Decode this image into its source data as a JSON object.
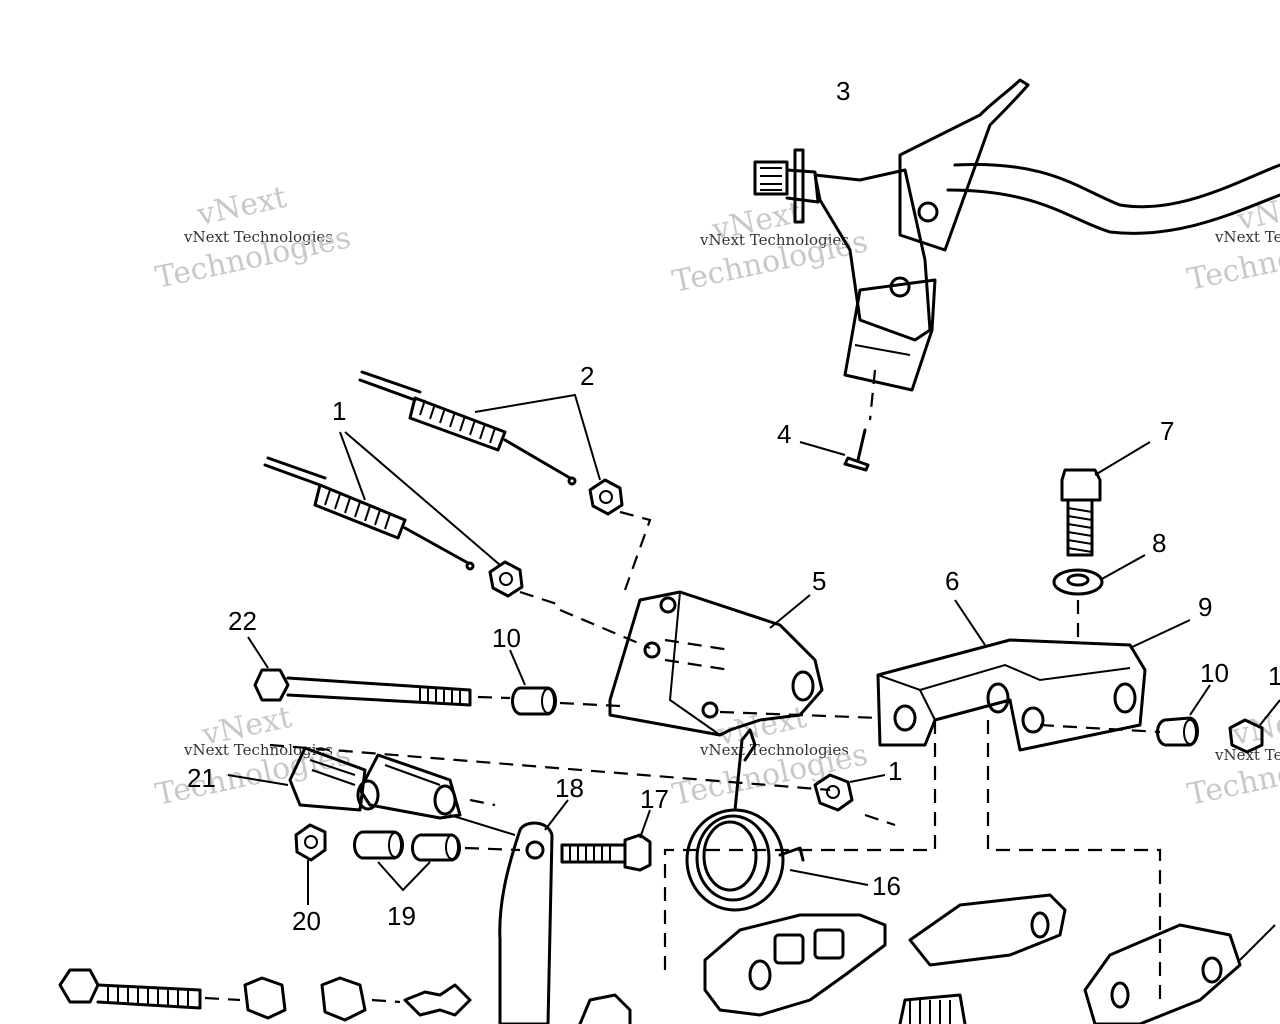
{
  "watermark": {
    "company_line": "vNext Technologies",
    "big_line_1": "vNext",
    "big_line_2": "Technologies"
  },
  "callouts": [
    "1",
    "2",
    "3",
    "4",
    "5",
    "6",
    "7",
    "8",
    "9",
    "10",
    "1",
    "16",
    "17",
    "18",
    "19",
    "20",
    "21",
    "22",
    "10",
    "1"
  ],
  "colors": {
    "ink": "#000000",
    "watermark": "#c8c8c8",
    "background": "#ffffff"
  }
}
